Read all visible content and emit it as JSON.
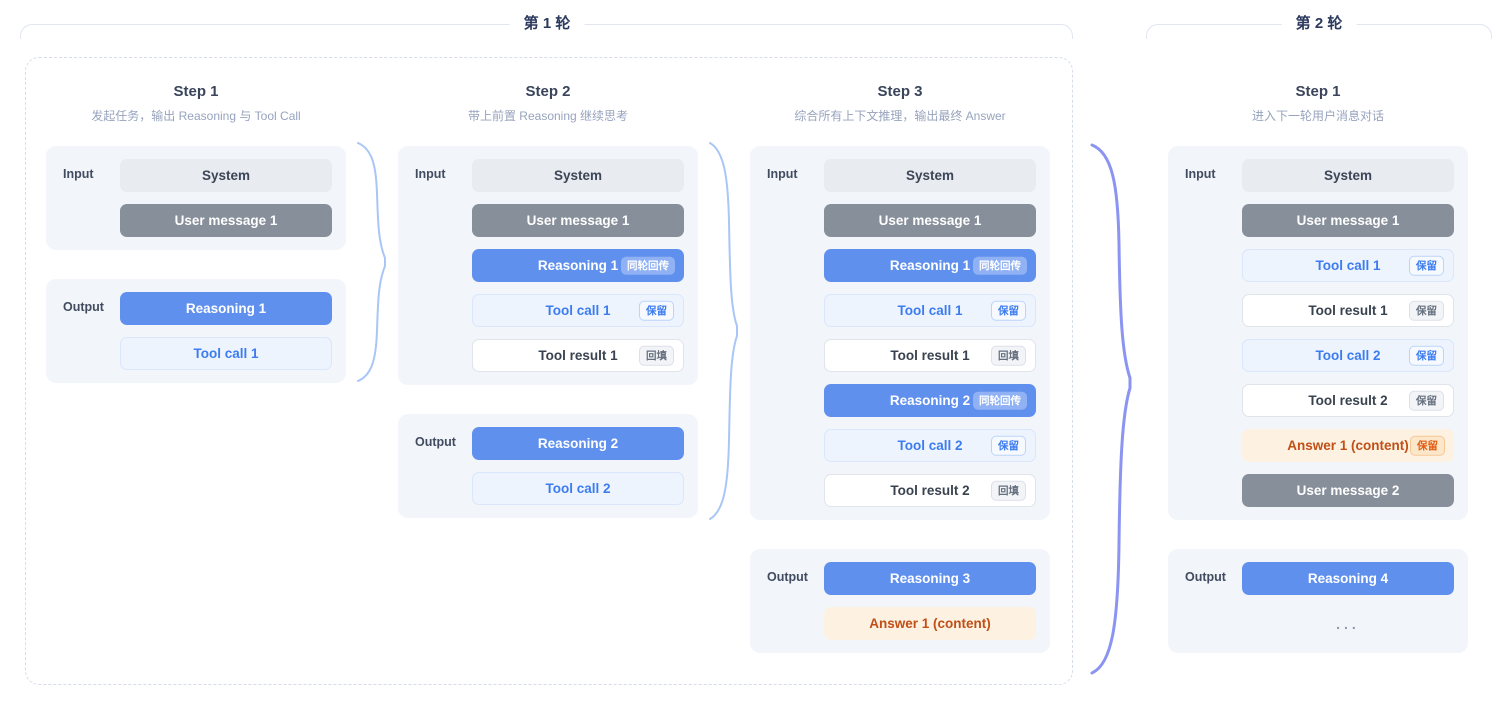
{
  "rounds": [
    {
      "label": "第 1 轮"
    },
    {
      "label": "第 2 轮"
    }
  ],
  "labels": {
    "input": "Input",
    "output": "Output"
  },
  "columns": [
    {
      "step": "Step 1",
      "subtitle": "发起任务，输出 Reasoning 与 Tool Call",
      "input": [
        {
          "text": "System"
        },
        {
          "text": "User message 1"
        }
      ],
      "output": [
        {
          "text": "Reasoning 1"
        },
        {
          "text": "Tool call 1"
        }
      ]
    },
    {
      "step": "Step 2",
      "subtitle": "带上前置 Reasoning 继续思考",
      "input": [
        {
          "text": "System"
        },
        {
          "text": "User message 1"
        },
        {
          "text": "Reasoning 1",
          "badge": "同轮回传"
        },
        {
          "text": "Tool call 1",
          "badge": "保留"
        },
        {
          "text": "Tool result 1",
          "badge": "回填"
        }
      ],
      "output": [
        {
          "text": "Reasoning 2"
        },
        {
          "text": "Tool call 2"
        }
      ]
    },
    {
      "step": "Step 3",
      "subtitle": "综合所有上下文推理，输出最终 Answer",
      "input": [
        {
          "text": "System"
        },
        {
          "text": "User message 1"
        },
        {
          "text": "Reasoning 1",
          "badge": "同轮回传"
        },
        {
          "text": "Tool call 1",
          "badge": "保留"
        },
        {
          "text": "Tool result 1",
          "badge": "回填"
        },
        {
          "text": "Reasoning 2",
          "badge": "同轮回传"
        },
        {
          "text": "Tool call 2",
          "badge": "保留"
        },
        {
          "text": "Tool result 2",
          "badge": "回填"
        }
      ],
      "output": [
        {
          "text": "Reasoning 3"
        },
        {
          "text": "Answer 1 (content)"
        }
      ]
    },
    {
      "step": "Step 1",
      "subtitle": "进入下一轮用户消息对话",
      "input": [
        {
          "text": "System"
        },
        {
          "text": "User message 1"
        },
        {
          "text": "Tool call 1",
          "badge": "保留"
        },
        {
          "text": "Tool result 1",
          "badge": "保留"
        },
        {
          "text": "Tool call 2",
          "badge": "保留"
        },
        {
          "text": "Tool result 2",
          "badge": "保留"
        },
        {
          "text": "Answer 1 (content)",
          "badge": "保留"
        },
        {
          "text": "User message 2"
        }
      ],
      "output": [
        {
          "text": "Reasoning 4"
        },
        {
          "text": "..."
        }
      ]
    }
  ],
  "colors": {
    "reasoning_blue": "#6090ee",
    "tool_call_text": "#3c7cf0",
    "tool_call_bg": "#eef4fd",
    "user_message_gray": "#878f9a",
    "system_bg": "#e8ebf0",
    "answer_bg": "#fdf2e2",
    "answer_text": "#c14f17",
    "panel_bg": "#f2f5f9",
    "small_brace": "#aac6f5",
    "large_brace": "#8b95f1",
    "round_title": "#2c3a5e"
  }
}
